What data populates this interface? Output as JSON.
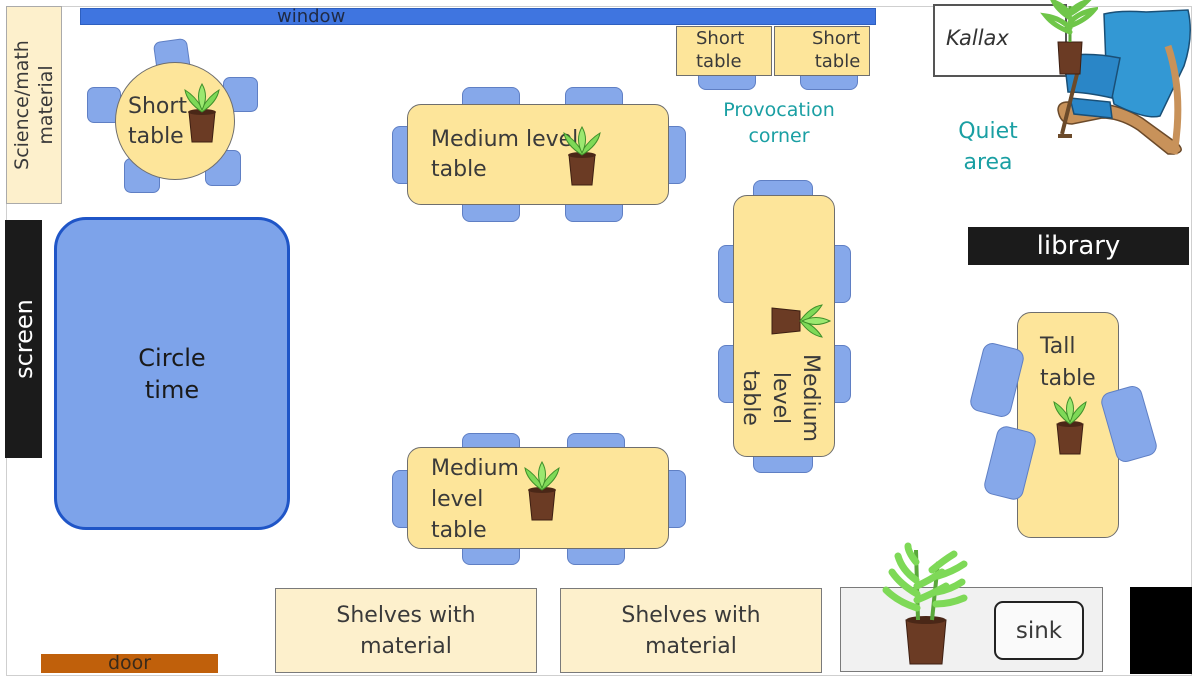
{
  "window": {
    "label": "window"
  },
  "science": {
    "label": "Science/math material"
  },
  "screen": {
    "label": "screen"
  },
  "circle": {
    "line1": "Circle",
    "line2": "time"
  },
  "short_round": {
    "line1": "Short",
    "line2": "table"
  },
  "medium_top": {
    "line1": "Medium level",
    "line2": "table"
  },
  "medium_bottom": {
    "line1": "Medium",
    "line2": "level",
    "line3": "table"
  },
  "medium_vertical": {
    "line1": "Medium",
    "line2": "level",
    "line3": "table"
  },
  "short_small_1": {
    "line1": "Short",
    "line2": "table"
  },
  "short_small_2": {
    "line1": "Short",
    "line2": "table"
  },
  "provocation": {
    "line1": "Provocation",
    "line2": "corner"
  },
  "kallax": {
    "label": "Kallax"
  },
  "quiet": {
    "line1": "Quiet",
    "line2": "area"
  },
  "library": {
    "label": "library"
  },
  "tall": {
    "line1": "Tall",
    "line2": "table"
  },
  "shelves_1": {
    "line1": "Shelves with",
    "line2": "material"
  },
  "shelves_2": {
    "line1": "Shelves with",
    "line2": "material"
  },
  "sink": {
    "label": "sink"
  },
  "door": {
    "label": "door"
  },
  "colors": {
    "window": "#3f75e0",
    "table": "#fde59a",
    "chair": "#86a8ea",
    "circle_rug": "#7da3ea",
    "circle_border": "#1f55c7",
    "dark_bar": "#1b1b1b",
    "door": "#c0600b",
    "shelf": "#fdf0cc",
    "teal_text": "#1a9fa3"
  },
  "icons": [
    "potted-plant-icon",
    "armchair-icon"
  ]
}
